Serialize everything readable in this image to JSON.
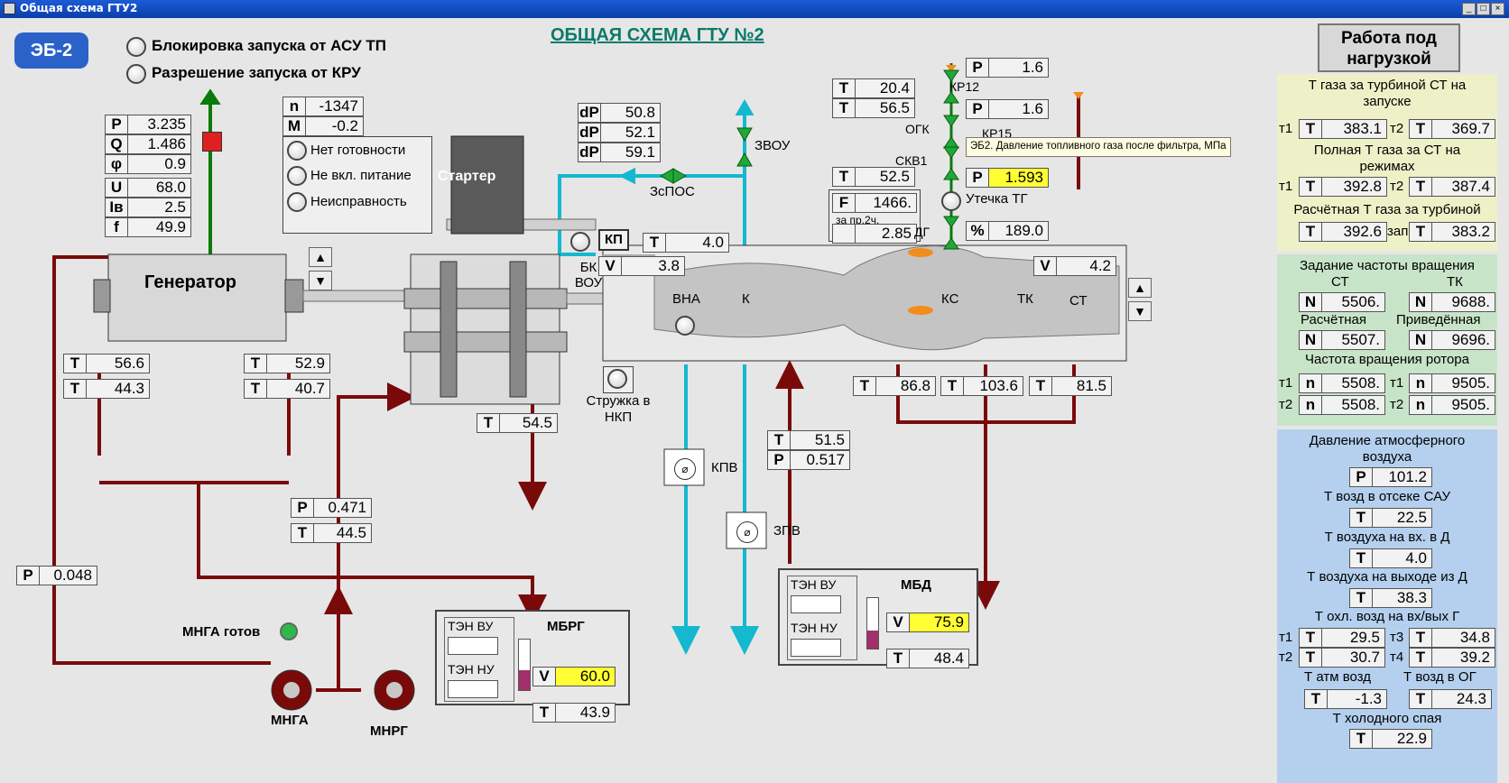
{
  "window": {
    "title": "Общая схема ГТУ2",
    "btn_min": "_",
    "btn_max": "□",
    "btn_close": "×"
  },
  "header": {
    "eb_label": "ЭБ-2",
    "title": "ОБЩАЯ СХЕМА ГТУ №2",
    "mode_button": "Работа под нагрузкой",
    "lamp_block": "Блокировка запуска от АСУ ТП",
    "lamp_permit": "Разрешение запуска от КРУ"
  },
  "generator": {
    "label": "Генератор",
    "P": "3.235",
    "Q": "1.486",
    "phi": "0.9",
    "U": "68.0",
    "Iv": "2.5",
    "f": "49.9",
    "T_left1": "56.6",
    "T_left2": "44.3",
    "T_right1": "52.9",
    "T_right2": "40.7"
  },
  "starter": {
    "label": "Стартер",
    "n": "-1347",
    "M": "-0.2",
    "s1": "Нет готовности",
    "s2": "Не вкл. питание",
    "s3": "Неисправность"
  },
  "oil": {
    "P_left": "0.048",
    "P_mid": "0.471",
    "T_mid": "44.5",
    "T_gear": "54.5",
    "mnga_ready": "МНГА готов",
    "mnga": "МНГА",
    "mnrg": "МНРГ",
    "mbrg": {
      "title": "МБРГ",
      "ten_vu": "ТЭН ВУ",
      "ten_nu": "ТЭН НУ",
      "V": "60.0",
      "T": "43.9"
    },
    "mbd": {
      "title": "МБД",
      "ten_vu": "ТЭН ВУ",
      "ten_nu": "ТЭН НУ",
      "V": "75.9",
      "T": "48.4"
    },
    "T_mbd_in": "51.5",
    "P_mbd_in": "0.517"
  },
  "turbine": {
    "kp": "КП",
    "T_kp": "4.0",
    "V_front": "3.8",
    "V_rear": "4.2",
    "bk_vou": "БК ВОУ",
    "vna": "ВНА",
    "k": "К",
    "ks": "КС",
    "tk": "ТК",
    "st": "СТ",
    "T1": "86.8",
    "T2": "103.6",
    "T3": "81.5",
    "struzhka": "Стружка в НКП",
    "kpv": "КПВ",
    "zpv": "ЗПВ",
    "zspos": "ЗсПОС",
    "zvou": "ЗВОУ",
    "dP1": "50.8",
    "dP2": "52.1",
    "dP3": "59.1"
  },
  "fuel": {
    "P1": "1.6",
    "P2": "1.6",
    "P3": "1.593",
    "T1": "20.4",
    "T2": "56.5",
    "T3": "52.5",
    "F": "1466.",
    "F_sub": "за пр.2ч.",
    "F2": "2.85",
    "pct": "189.0",
    "kr12": "КР12",
    "ogk": "ОГК",
    "kr15": "КР15",
    "skv1": "СКВ1",
    "dg": "ДГ",
    "leak": "Утечка ТГ",
    "tooltip": "ЭБ2. Давление топливного газа после фильтра, МПа"
  },
  "right": {
    "s1_title": "Т газа за турбиной СТ на запуске",
    "s1_t1": "383.1",
    "s1_t2": "369.7",
    "s2_title": "Полная Т газа за СТ на режимах",
    "s2_t1": "392.8",
    "s2_t2": "387.4",
    "s3_title": "Расчётная Т газа за турбиной",
    "s3_v": "392.6",
    "s3_zap": "зап",
    "s3_v2": "383.2",
    "sp_title": "Задание частоты вращения",
    "sp_st": "СТ",
    "sp_tk": "ТК",
    "n_st": "5506.",
    "n_tk": "9688.",
    "calc": "Расчётная",
    "reduced": "Приведённая",
    "n_calc": "5507.",
    "n_red": "9696.",
    "rot_title": "Частота вращения ротора",
    "r_t1a": "5508.",
    "r_t2a": "5508.",
    "r_t1b": "9505.",
    "r_t2b": "9505.",
    "atm_title": "Давление атмосферного воздуха",
    "P_atm": "101.2",
    "t_sau_title": "Т возд в отсеке САУ",
    "t_sau": "22.5",
    "t_in_title": "Т воздуха на вх. в Д",
    "t_in": "4.0",
    "t_out_title": "Т воздуха на выходе из Д",
    "t_out": "38.3",
    "t_cool_title": "Т охл. возд на вх/вых Г",
    "c_t1": "29.5",
    "c_t2": "30.7",
    "c_t3": "34.8",
    "c_t4": "39.2",
    "t_atm_title": "Т атм возд",
    "t_atm": "-1.3",
    "t_og_title": "Т возд в ОГ",
    "t_og": "24.3",
    "t_cold_title": "Т холодного спая",
    "t_cold": "22.9"
  }
}
